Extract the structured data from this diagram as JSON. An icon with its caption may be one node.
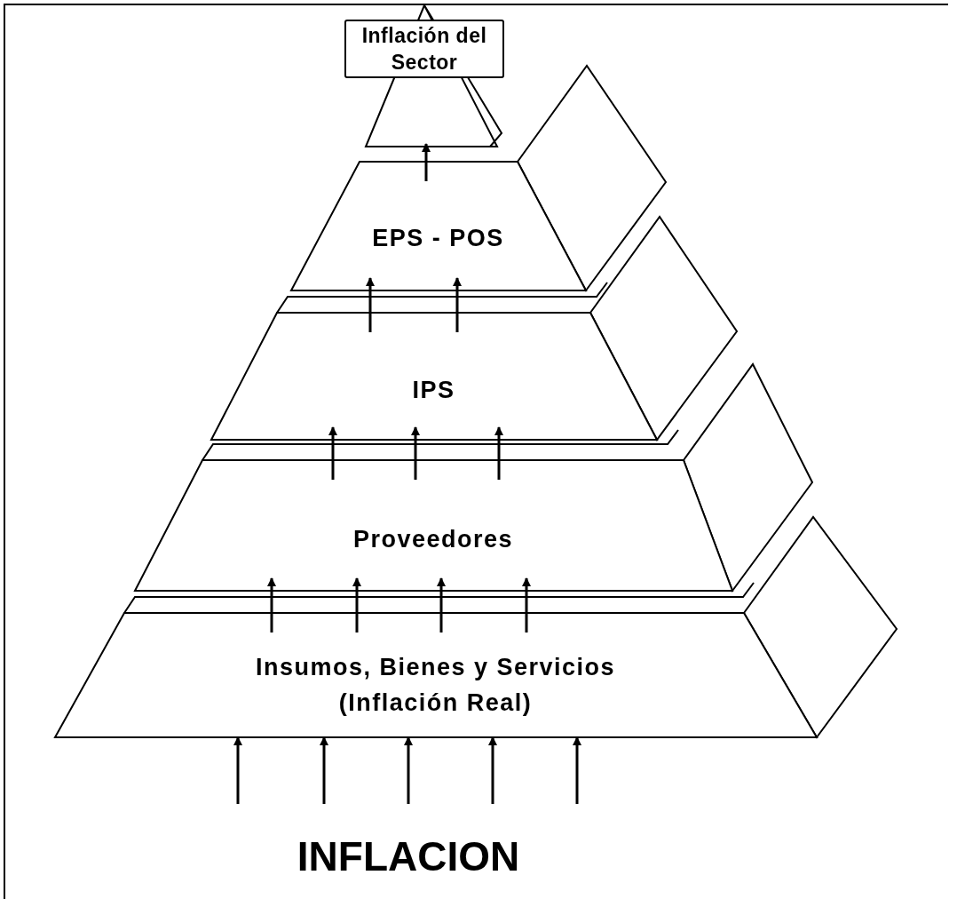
{
  "diagram": {
    "nodes": [
      {
        "text": [
          "Inflación del Sector"
        ]
      },
      {
        "text": [
          "EPS - POS"
        ]
      },
      {
        "text": [
          "IPS"
        ]
      },
      {
        "text": [
          "Proveedores"
        ]
      },
      {
        "text": [
          "Insumos, Bienes y Servicios (Inflación Real)"
        ]
      },
      {
        "text": [
          "INFLACION"
        ]
      }
    ],
    "edges": [
      {
        "from": 1,
        "to": 0,
        "arrow": "to"
      },
      {
        "from": 2,
        "to": 1,
        "arrow": "to"
      },
      {
        "from": 2,
        "to": 1,
        "arrow": "to"
      },
      {
        "from": 3,
        "to": 2,
        "arrow": "to"
      },
      {
        "from": 3,
        "to": 2,
        "arrow": "to"
      },
      {
        "from": 3,
        "to": 2,
        "arrow": "to"
      },
      {
        "from": 4,
        "to": 3,
        "arrow": "to"
      },
      {
        "from": 4,
        "to": 3,
        "arrow": "to"
      },
      {
        "from": 4,
        "to": 3,
        "arrow": "to"
      },
      {
        "from": 4,
        "to": 3,
        "arrow": "to"
      },
      {
        "from": null,
        "to": 4,
        "arrow": "to"
      },
      {
        "from": null,
        "to": 4,
        "arrow": "to"
      },
      {
        "from": null,
        "to": 4,
        "arrow": "to"
      },
      {
        "from": null,
        "to": 4,
        "arrow": "to"
      },
      {
        "from": null,
        "to": 4,
        "arrow": "to"
      }
    ]
  }
}
